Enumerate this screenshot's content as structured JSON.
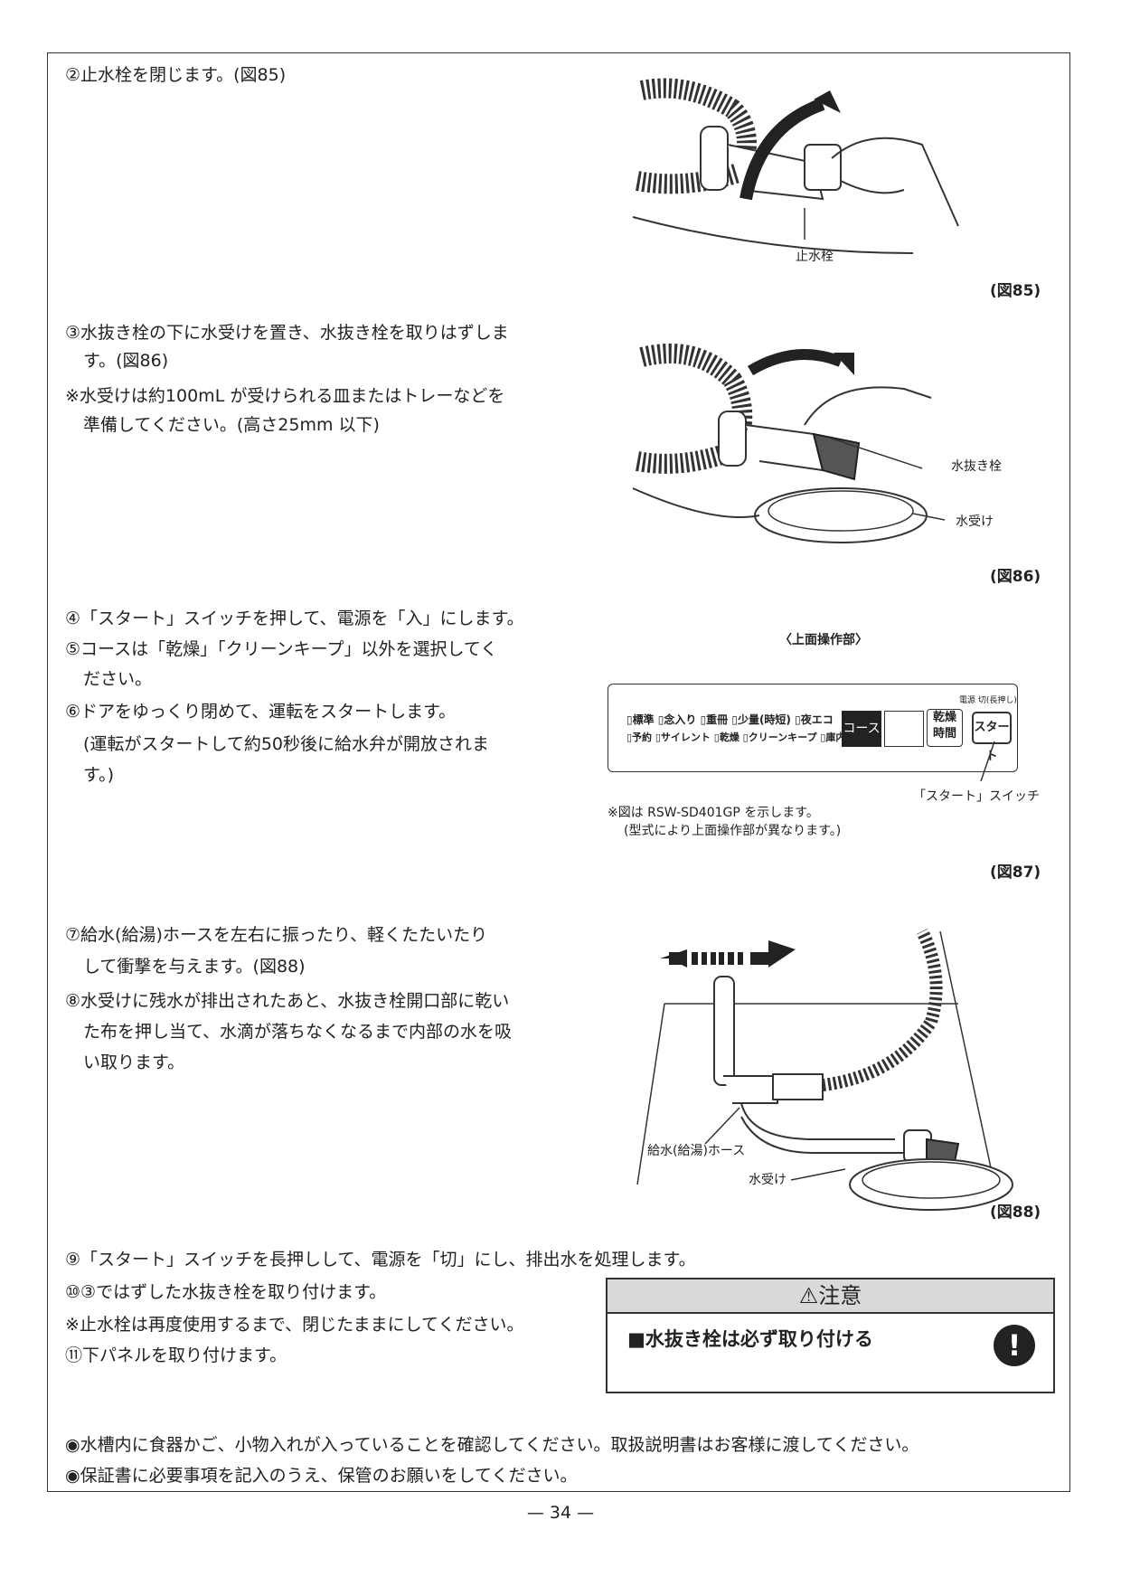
{
  "steps": {
    "s2": "②止水栓を閉じます。(図85)",
    "s3a": "③水抜き栓の下に水受けを置き、水抜き栓を取りはずしま",
    "s3b": "す。(図86)",
    "note3a": "※水受けは約100mL が受けられる皿またはトレーなどを",
    "note3b": "準備してください。(高さ25mm 以下)",
    "s4": "④「スタート」スイッチを押して、電源を「入」にします。",
    "s5a": "⑤コースは「乾燥」「クリーンキープ」以外を選択してく",
    "s5b": "ださい。",
    "s6a": "⑥ドアをゆっくり閉めて、運転をスタートします。",
    "s6b": "(運転がスタートして約50秒後に給水弁が開放されま",
    "s6c": "す。)",
    "s7a": "⑦給水(給湯)ホースを左右に振ったり、軽くたたいたり",
    "s7b": "して衝撃を与えます。(図88)",
    "s8a": "⑧水受けに残水が排出されたあと、水抜き栓開口部に乾い",
    "s8b": "た布を押し当て、水滴が落ちなくなるまで内部の水を吸",
    "s8c": "い取ります。",
    "s9": "⑨「スタート」スイッチを長押しして、電源を「切」にし、排出水を処理します。",
    "s10": "⑩③ではずした水抜き栓を取り付けます。",
    "note10": "※止水栓は再度使用するまで、閉じたままにしてください。",
    "s11": "⑪下パネルを取り付けます。"
  },
  "figures": {
    "f85": "(図85)",
    "f86": "(図86)",
    "f87": "(図87)",
    "f88": "(図88)"
  },
  "labels": {
    "stop_valve": "止水栓",
    "drain_plug": "水抜き栓",
    "water_tray": "水受け",
    "panel_title": "〈上面操作部〉",
    "start_switch": "「スタート」スイッチ",
    "model_note_a": "※図は RSW-SD401GP を示します。",
    "model_note_b": "(型式により上面操作部が異なります。)",
    "hose": "給水(給湯)ホース",
    "water_tray2": "水受け"
  },
  "panel": {
    "row1": "▯標準 ▯念入り ▯重冊 ▯少量(時短) ▯夜エコ",
    "row2": "▯予約 ▯サイレント ▯乾燥 ▯クリーンキープ ▯庫内洗浄",
    "course": "コース",
    "dry_a": "乾燥",
    "dry_b": "時間",
    "start": "スタート",
    "power": "電源 切(長押し)"
  },
  "caution": {
    "title": "⚠注意",
    "body": "■水抜き栓は必ず取り付ける",
    "mark": "!"
  },
  "footer": {
    "b1": "◉水槽内に食器かご、小物入れが入っていることを確認してください。取扱説明書はお客様に渡してください。",
    "b2": "◉保証書に必要事項を記入のうえ、保管のお願いをしてください。"
  },
  "page_number": "— 34 —"
}
